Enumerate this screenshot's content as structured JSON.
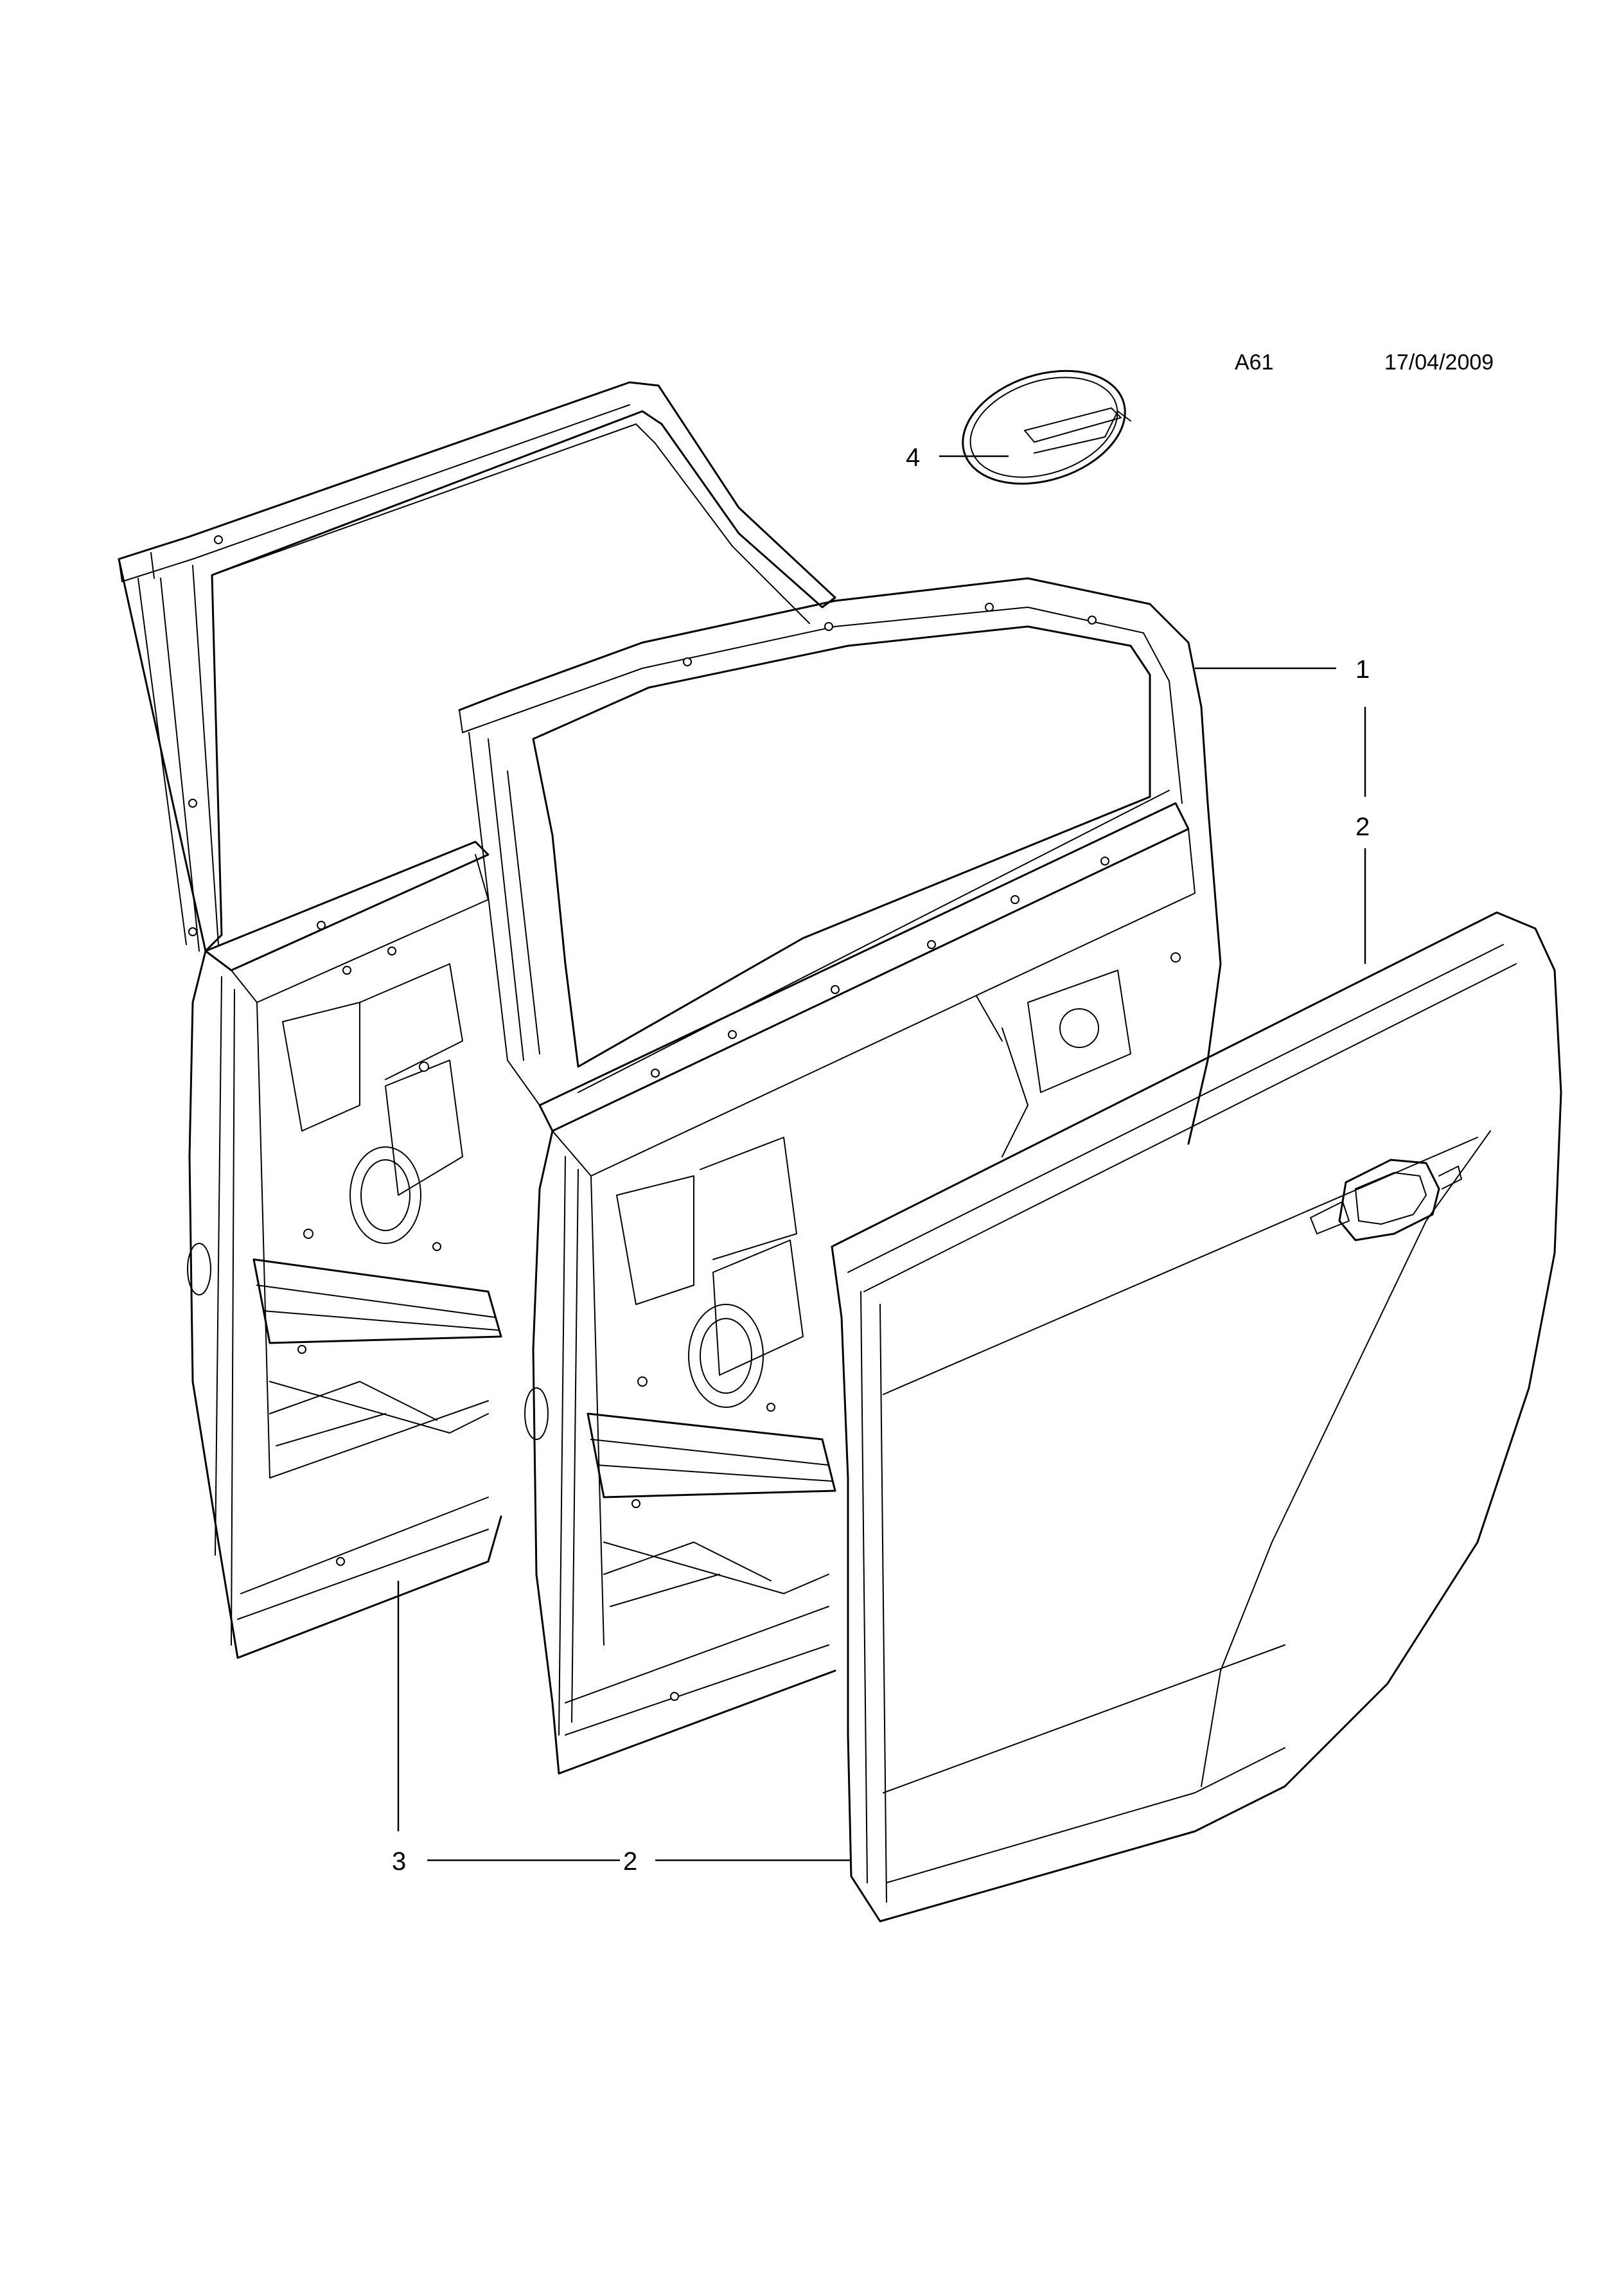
{
  "header": {
    "diagram_code": "A61",
    "date": "17/04/2009"
  },
  "callouts": [
    {
      "number": "1",
      "part": "door-inner-panel-frame"
    },
    {
      "number": "2",
      "part": "door-outer-skin-panel"
    },
    {
      "number": "2",
      "part": "door-outer-skin-panel"
    },
    {
      "number": "3",
      "part": "door-shell-assembly"
    },
    {
      "number": "4",
      "part": "access-cover-plug"
    }
  ]
}
